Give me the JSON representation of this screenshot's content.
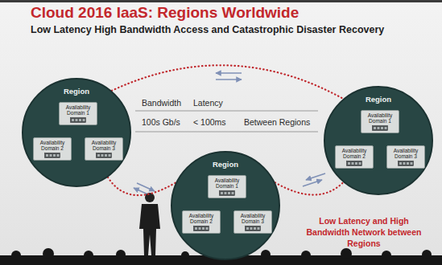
{
  "diagram": {
    "title": "Cloud 2016 IaaS: Regions Worldwide",
    "nodes": [
      {
        "text": [
          "Region"
        ]
      },
      {
        "text": [
          "Availability Domain 1"
        ],
        "in": 0
      },
      {
        "text": [
          "Availability Domain 2"
        ],
        "in": 0
      },
      {
        "text": [
          "Availability Domain 3"
        ],
        "in": 0
      },
      {
        "text": [
          "Region"
        ]
      },
      {
        "text": [
          "Availability Domain 1"
        ],
        "in": 4
      },
      {
        "text": [
          "Availability Domain 2"
        ],
        "in": 4
      },
      {
        "text": [
          "Availability Domain 3"
        ],
        "in": 4
      },
      {
        "text": [
          "Region"
        ]
      },
      {
        "text": [
          "Availability Domain 1"
        ],
        "in": 8
      },
      {
        "text": [
          "Availability Domain 2"
        ],
        "in": 8
      },
      {
        "text": [
          "Availability Domain 3"
        ],
        "in": 8
      }
    ],
    "edges": [
      {
        "from": 0,
        "to": 4,
        "arrow": "none"
      },
      {
        "from": 0,
        "to": 8,
        "arrow": "none"
      },
      {
        "from": 8,
        "to": 4,
        "arrow": "none"
      },
      {
        "from": 1,
        "to": 2,
        "arrow": "none"
      },
      {
        "from": 1,
        "to": 3,
        "arrow": "none"
      },
      {
        "from": 2,
        "to": 3,
        "arrow": "none"
      },
      {
        "from": 5,
        "to": 6,
        "arrow": "none"
      },
      {
        "from": 5,
        "to": 7,
        "arrow": "none"
      },
      {
        "from": 6,
        "to": 7,
        "arrow": "none"
      },
      {
        "from": 9,
        "to": 10,
        "arrow": "none"
      },
      {
        "from": 9,
        "to": 11,
        "arrow": "none"
      },
      {
        "from": 10,
        "to": 11,
        "arrow": "none"
      }
    ],
    "labels": [
      "Low Latency High Bandwidth Access and Catastrophic Disaster Recovery",
      "Bandwidth",
      "Latency",
      "100s Gb/s",
      "< 100ms",
      "Between Regions",
      "Low Latency and High Bandwidth Network between Regions"
    ]
  }
}
